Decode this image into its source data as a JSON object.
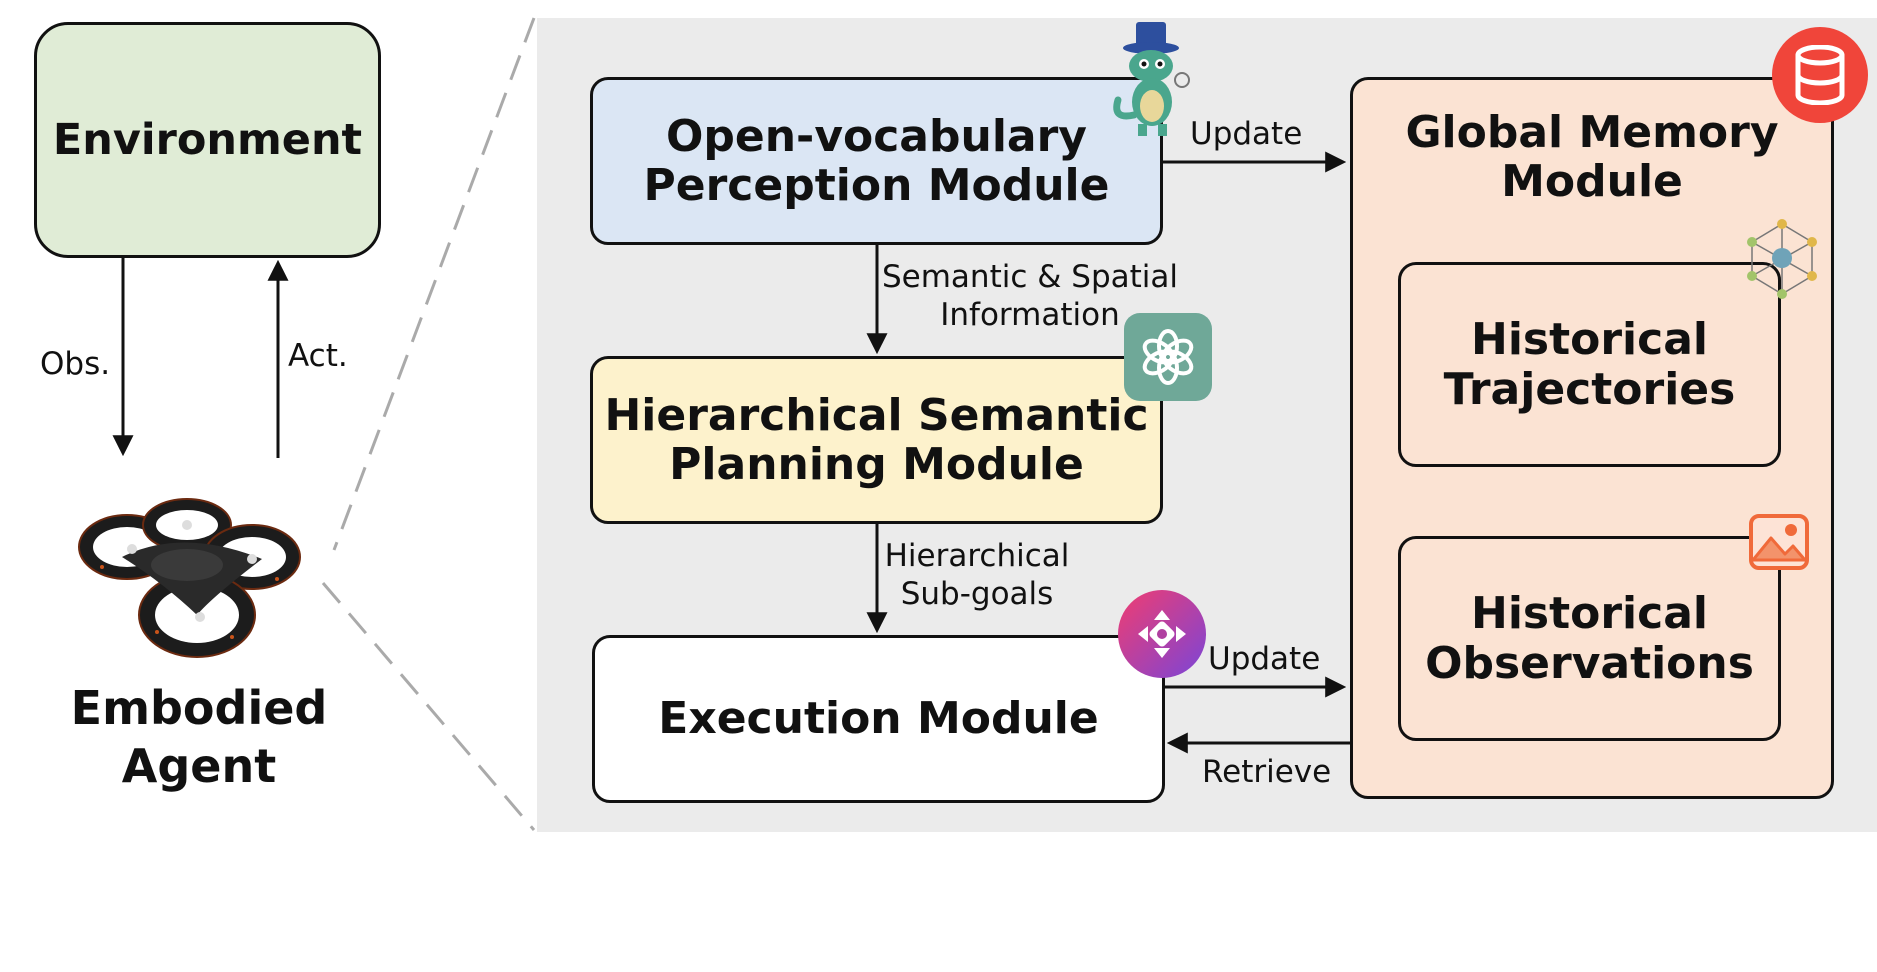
{
  "environment": {
    "label": "Environment"
  },
  "agent": {
    "label_line1": "Embodied",
    "label_line2": "Agent",
    "drone_icon": "drone-icon"
  },
  "loop": {
    "obs_label": "Obs.",
    "act_label": "Act."
  },
  "modules": {
    "perception": {
      "line1": "Open-vocabulary",
      "line2": "Perception Module",
      "icon": "gecko-mascot-icon"
    },
    "planning": {
      "line1": "Hierarchical Semantic",
      "line2": "Planning Module",
      "icon": "openai-logo-icon"
    },
    "execution": {
      "label": "Execution Module",
      "icon": "move-arrows-icon"
    },
    "memory": {
      "line1": "Global Memory",
      "line2": "Module",
      "icon": "database-icon",
      "trajectories": {
        "line1": "Historical",
        "line2": "Trajectories",
        "icon": "network-graph-icon"
      },
      "observations": {
        "line1": "Historical",
        "line2": "Observations",
        "icon": "image-icon"
      }
    }
  },
  "edges": {
    "perception_to_memory": "Update",
    "perception_to_planning": {
      "line1": "Semantic & Spatial",
      "line2": "Information"
    },
    "planning_to_execution": {
      "line1": "Hierarchical",
      "line2": "Sub-goals"
    },
    "execution_to_memory": "Update",
    "memory_to_execution": "Retrieve"
  },
  "colors": {
    "environment": "#e0ecd6",
    "perception": "#dbe6f4",
    "planning": "#fdf2cc",
    "execution": "#ffffff",
    "memory": "#fbe3d3",
    "panel": "#ebebeb",
    "database_badge": "#f0453a",
    "openai_badge": "#6fa898",
    "exec_badge_gradient": [
      "#f13d70",
      "#7a45d8"
    ]
  }
}
